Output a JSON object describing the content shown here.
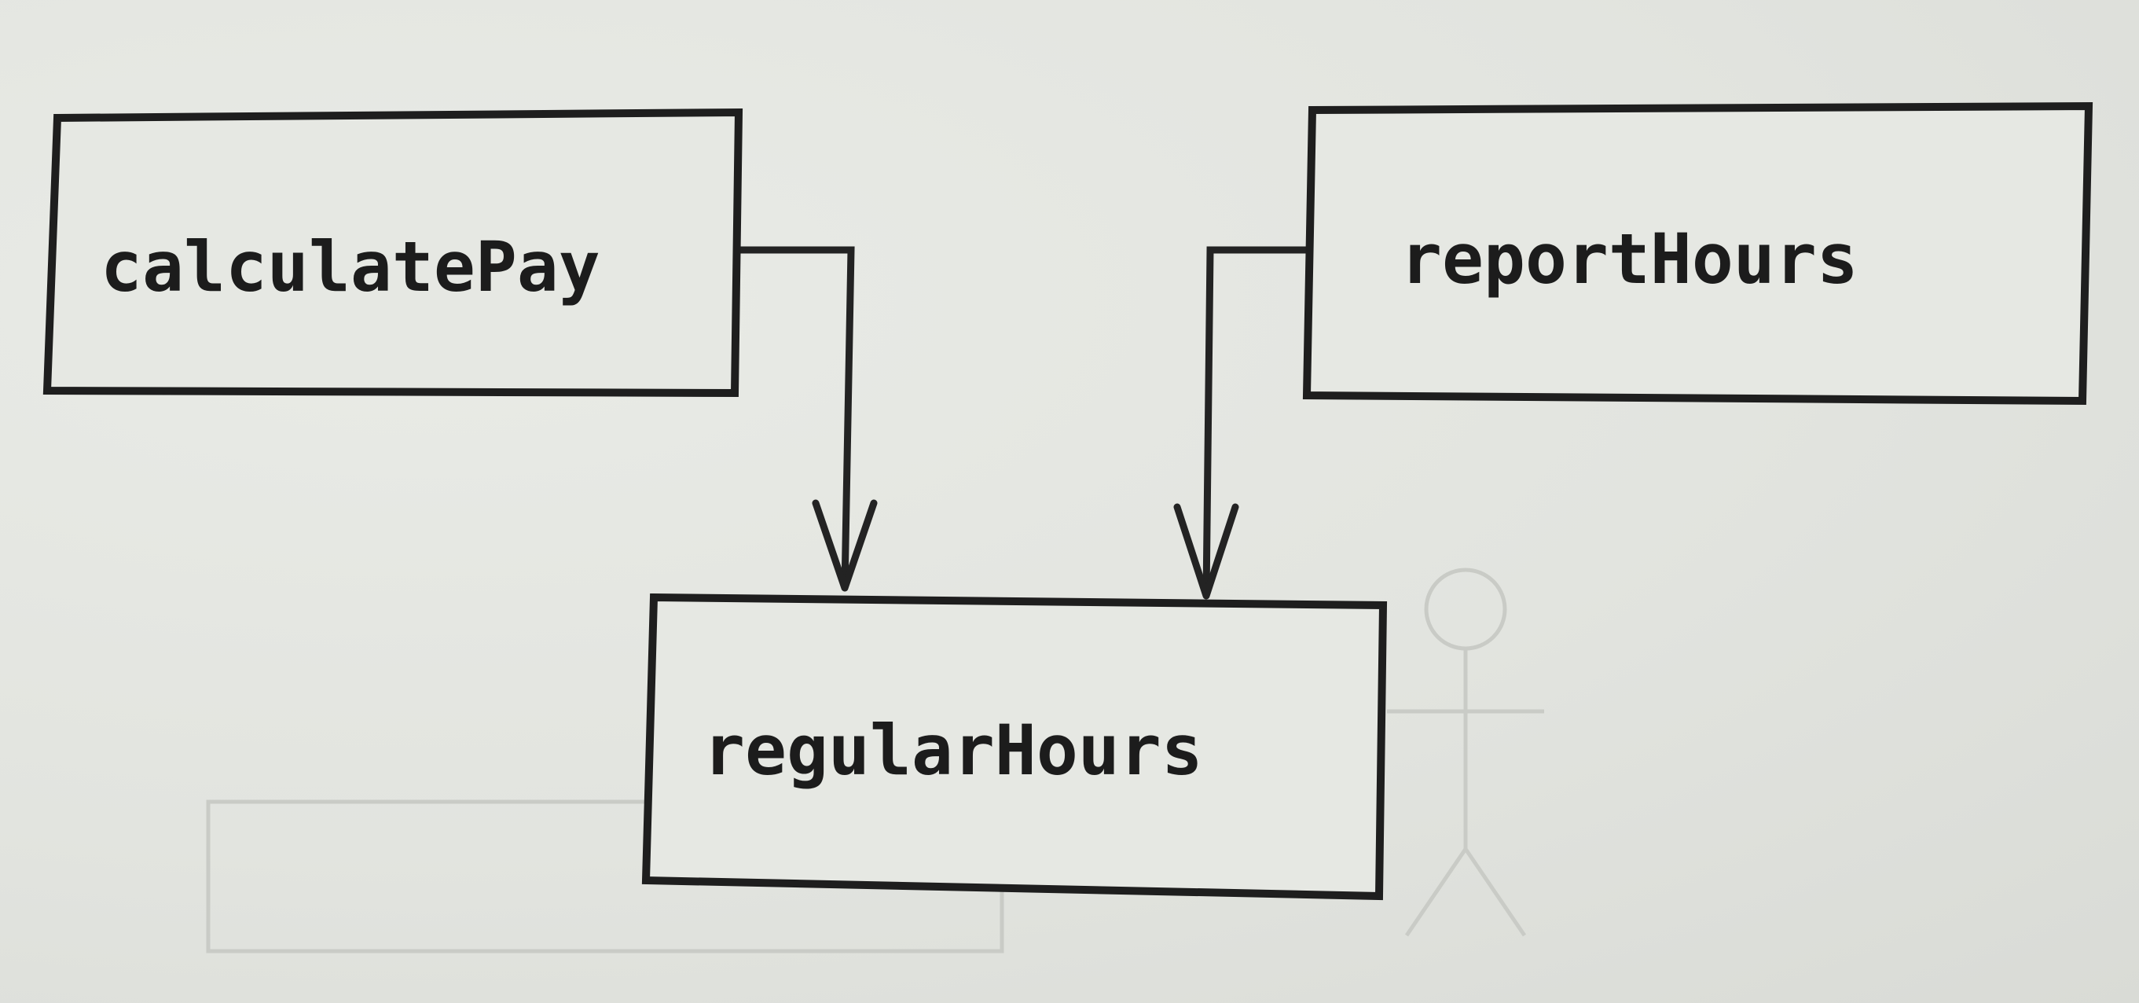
{
  "diagram": {
    "type": "call-dependency",
    "nodes": [
      {
        "id": "calculatePay",
        "label": "calculatePay"
      },
      {
        "id": "reportHours",
        "label": "reportHours"
      },
      {
        "id": "regularHours",
        "label": "regularHours"
      }
    ],
    "edges": [
      {
        "from": "calculatePay",
        "to": "regularHours"
      },
      {
        "from": "reportHours",
        "to": "regularHours"
      }
    ]
  },
  "colors": {
    "background": "#e4e6e1",
    "stroke": "#1e1e1e",
    "text": "#1c1c1c"
  }
}
